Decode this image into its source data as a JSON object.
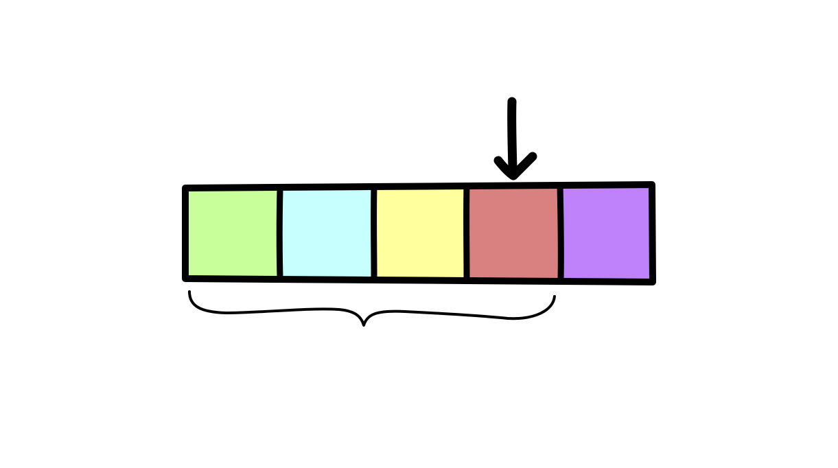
{
  "array": {
    "cells": [
      {
        "fill": "#c8ff9a"
      },
      {
        "fill": "#c7ffff"
      },
      {
        "fill": "#ffff9e"
      },
      {
        "fill": "#d98080"
      },
      {
        "fill": "#bf82fb"
      }
    ],
    "pointer_index": 3,
    "brace_span": [
      0,
      3
    ]
  },
  "colors": {
    "stroke": "#000000",
    "background": "#ffffff"
  },
  "icons": {
    "pointer": "arrow-down-icon",
    "range": "curly-brace-icon"
  }
}
